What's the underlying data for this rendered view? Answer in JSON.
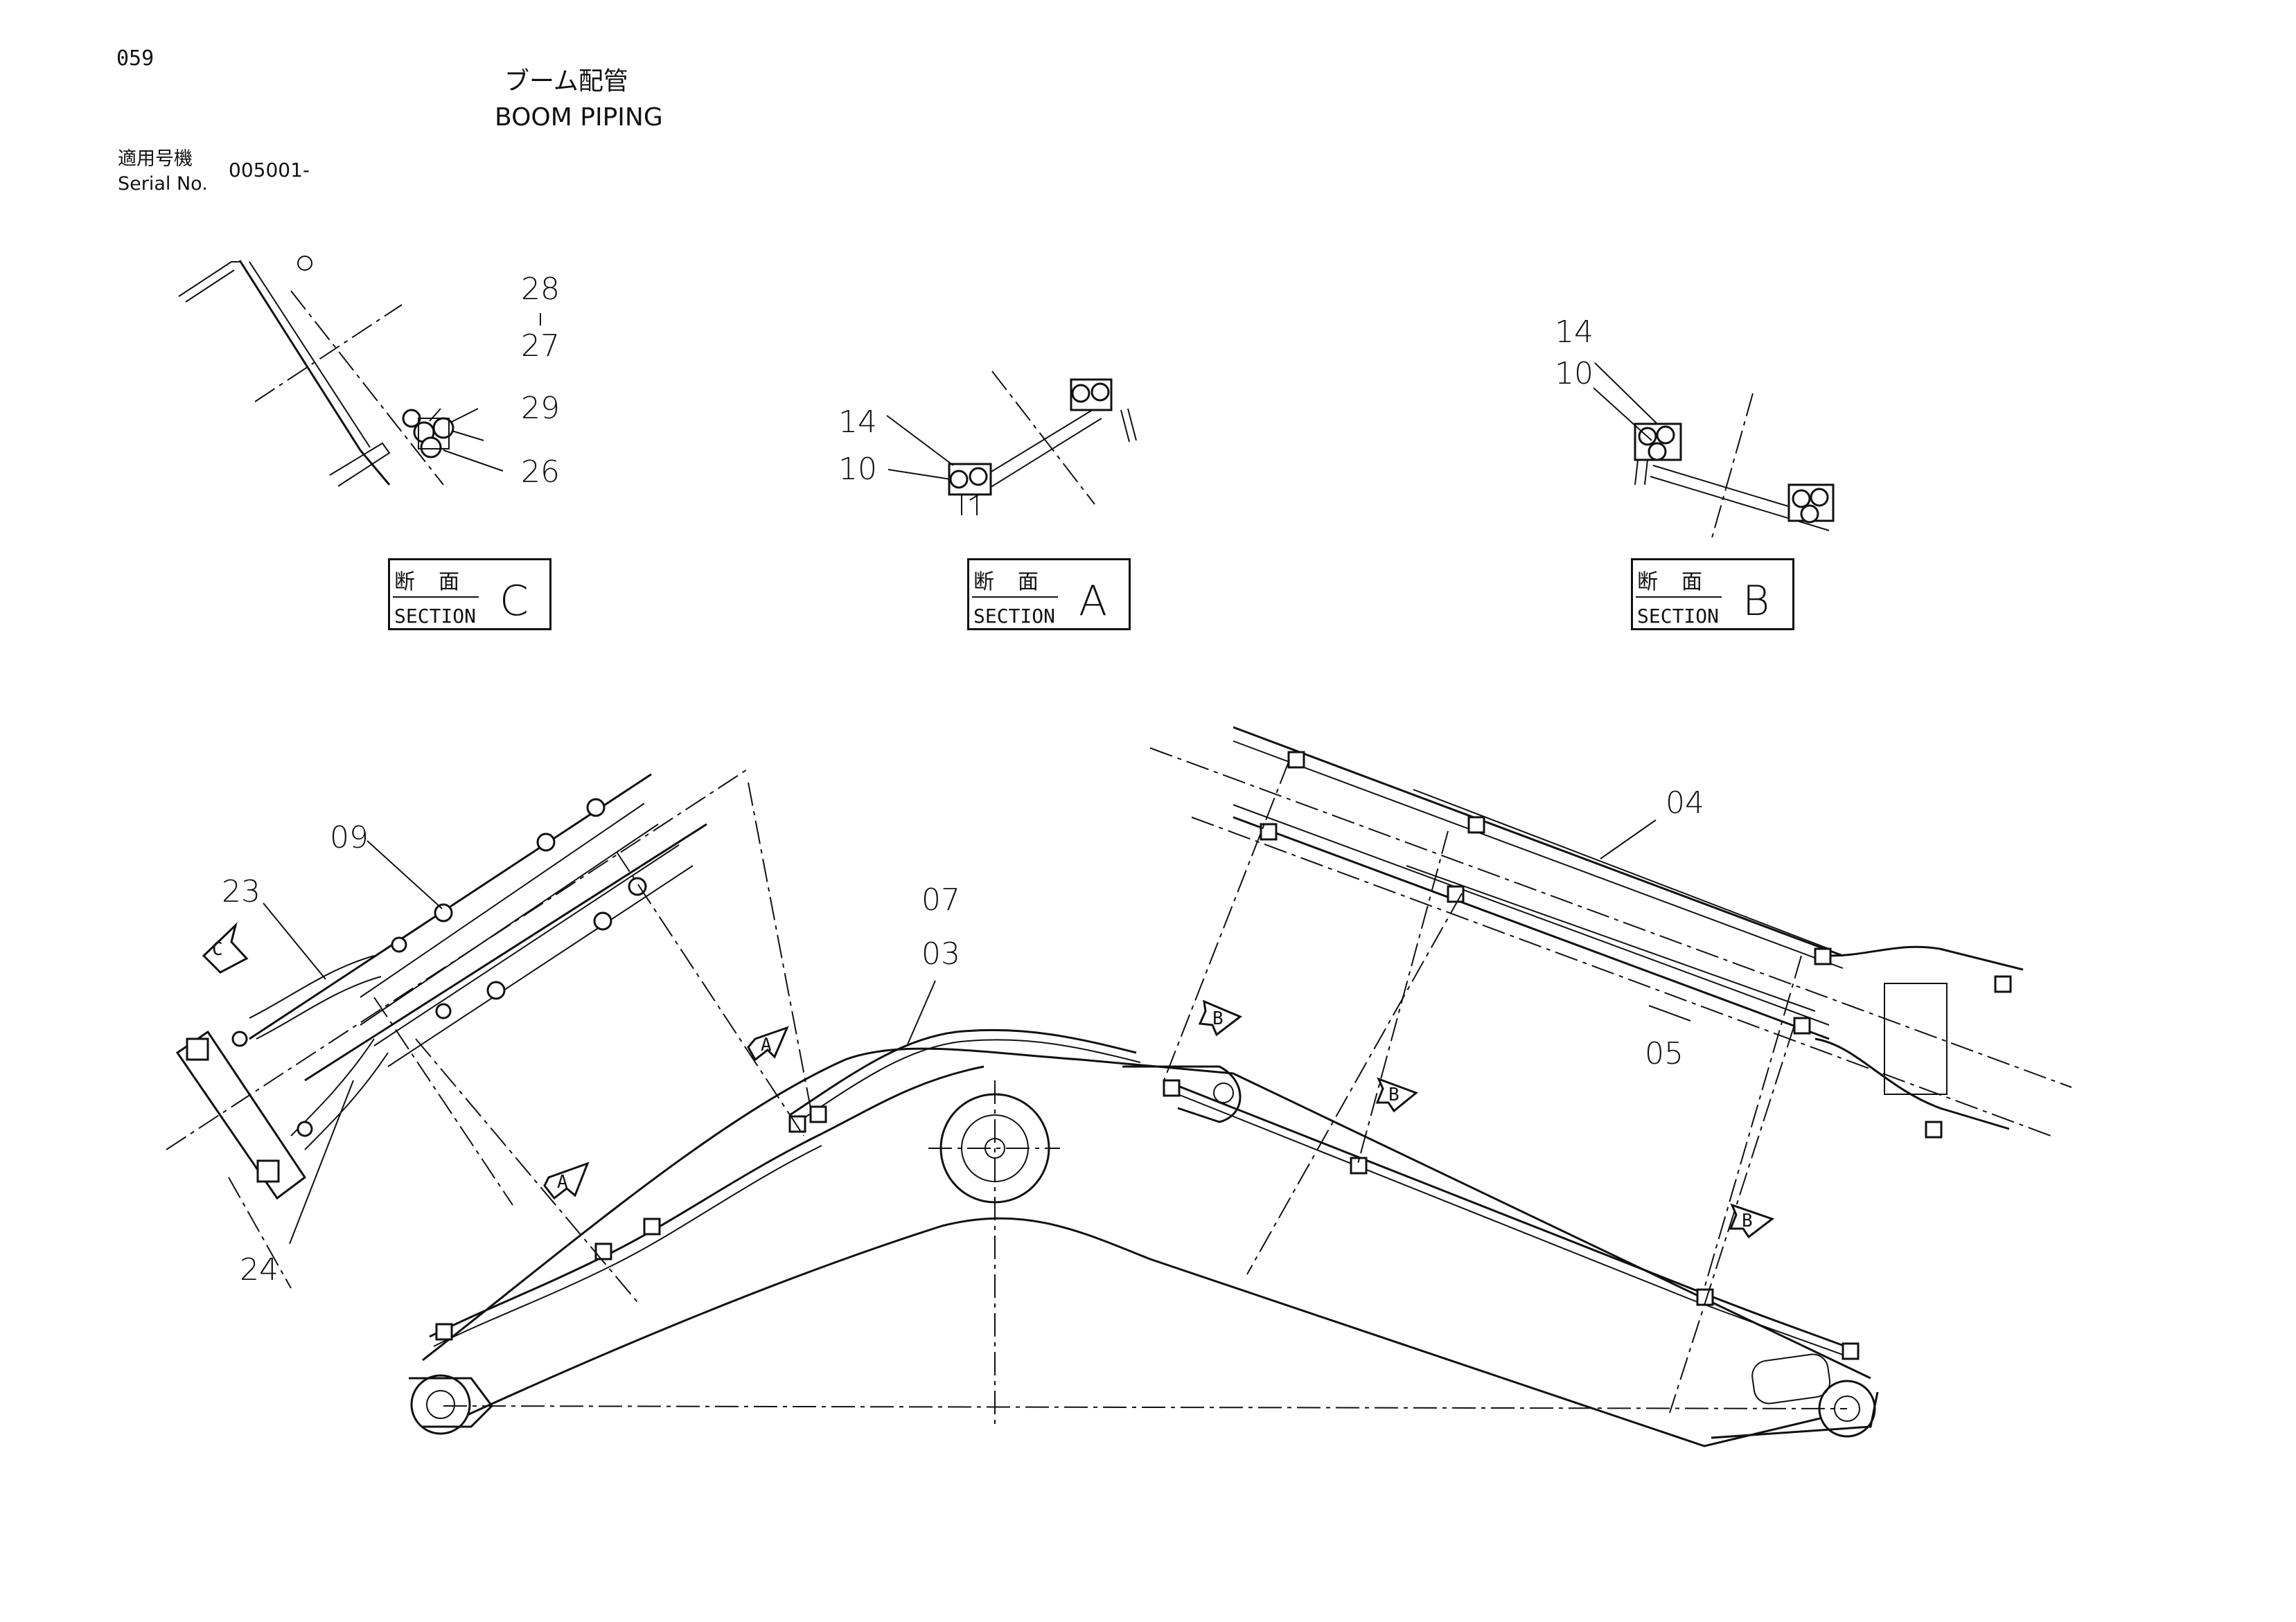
{
  "header": {
    "page_number": "059",
    "title_jp": "ブーム配管",
    "title_en": "BOOM PIPING",
    "serial_label_jp": "適用号機",
    "serial_label_en": "Serial No.",
    "serial_value": "005001-"
  },
  "sections": [
    {
      "jp": "断面",
      "en": "SECTION",
      "letter": "C"
    },
    {
      "jp": "断面",
      "en": "SECTION",
      "letter": "A"
    },
    {
      "jp": "断面",
      "en": "SECTION",
      "letter": "B"
    }
  ],
  "section_c_callouts": [
    "28",
    "27",
    "29",
    "26"
  ],
  "section_a_callouts": [
    "14",
    "10"
  ],
  "section_b_callouts": [
    "14",
    "10"
  ],
  "main_callouts": [
    "09",
    "23",
    "24",
    "07",
    "03",
    "04",
    "05"
  ],
  "view_markers": [
    "C",
    "A",
    "A",
    "B",
    "B",
    "B"
  ]
}
